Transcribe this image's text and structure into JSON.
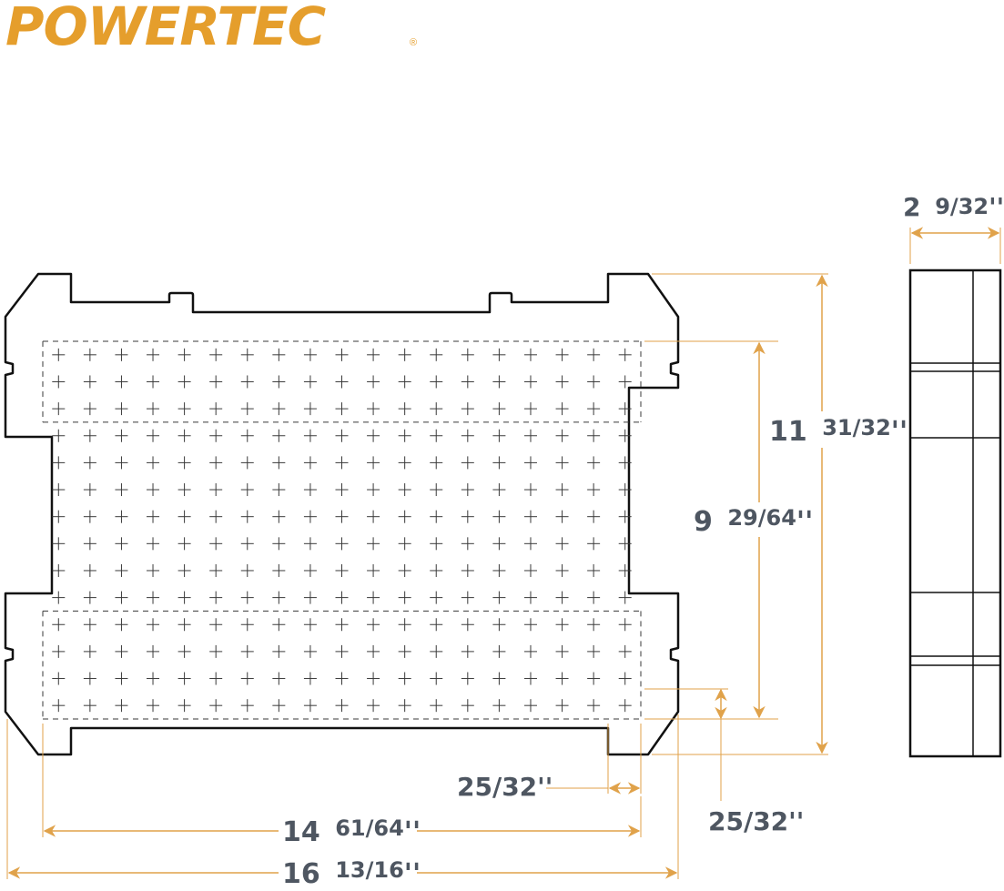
{
  "brand": {
    "logo_text": "POWERTEC",
    "registered_mark": "®",
    "color": "#e59e2c"
  },
  "colors": {
    "outline": "#111111",
    "grid": "#3a3a3a",
    "dimension_line": "#e0a24a",
    "dimension_text": "#4e5661"
  },
  "dimensions": {
    "total_width": {
      "whole": "16",
      "fraction": "13/16",
      "unit": "''"
    },
    "grid_width": {
      "whole": "14",
      "fraction": "61/64",
      "unit": "''"
    },
    "total_height": {
      "whole": "11",
      "fraction": "31/32",
      "unit": "''"
    },
    "grid_height": {
      "whole": "9",
      "fraction": "29/64",
      "unit": "''"
    },
    "thickness": {
      "whole": "2",
      "fraction": "9/32",
      "unit": "''"
    },
    "margin_x": {
      "fraction": "25/32",
      "unit": "''"
    },
    "margin_y": {
      "fraction": "25/32",
      "unit": "''"
    }
  },
  "grid_pattern": {
    "columns": 19,
    "rows": 14,
    "upper_dashed_rows": 3,
    "lower_dashed_rows": 4
  }
}
